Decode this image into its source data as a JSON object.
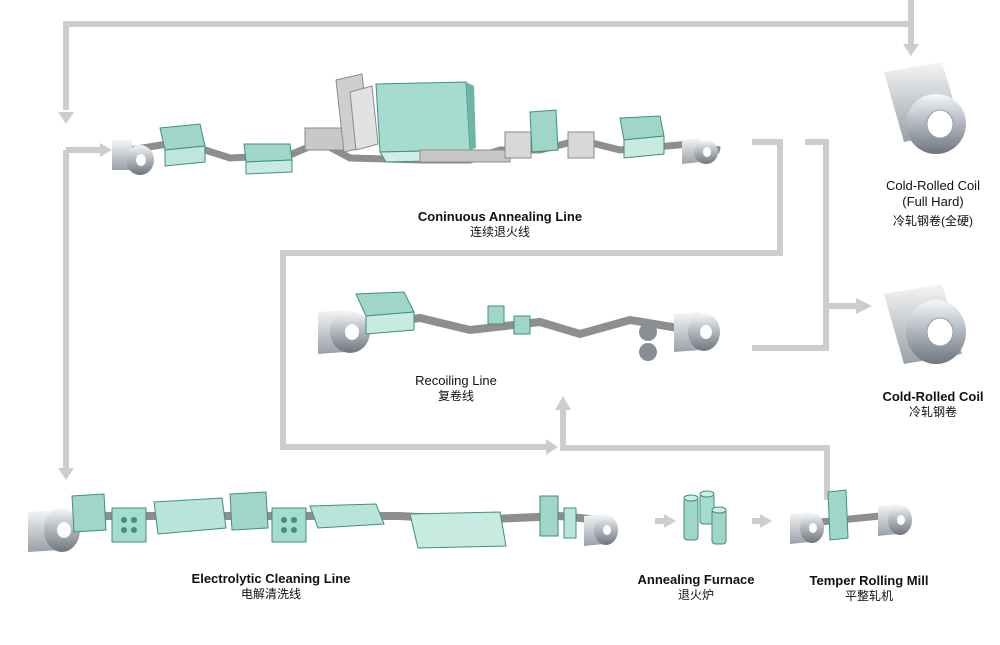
{
  "coils": {
    "full_hard": {
      "line1": "Cold-Rolled  Coil",
      "line2": "(Full  Hard)",
      "zh": "冷轧钢卷(全硬)"
    },
    "cold_rolled": {
      "en": "Cold-Rolled Coil",
      "zh": "冷轧钢卷"
    }
  },
  "lines": {
    "continuous_annealing": {
      "en": "Coninuous Annealing Line",
      "zh": "连续退火线"
    },
    "recoiling": {
      "en": "Recoiling  Line",
      "zh": "复卷线"
    },
    "electrolytic_cleaning": {
      "en": "Electrolytic Cleaning  Line",
      "zh": "电解清洗线"
    },
    "annealing_furnace": {
      "en": "Annealing Furnace",
      "zh": "退火炉"
    },
    "temper_rolling_mill": {
      "en": "Temper Rolling Mill",
      "zh": "平整轧机"
    }
  },
  "colors": {
    "flow": "#cdcdcd",
    "equipment": "#9fd6c8",
    "equipment_dark": "#3f8f80",
    "strip": "#8e8e8e",
    "coil_light": "#eef0f2",
    "coil_dark": "#7e848c"
  }
}
